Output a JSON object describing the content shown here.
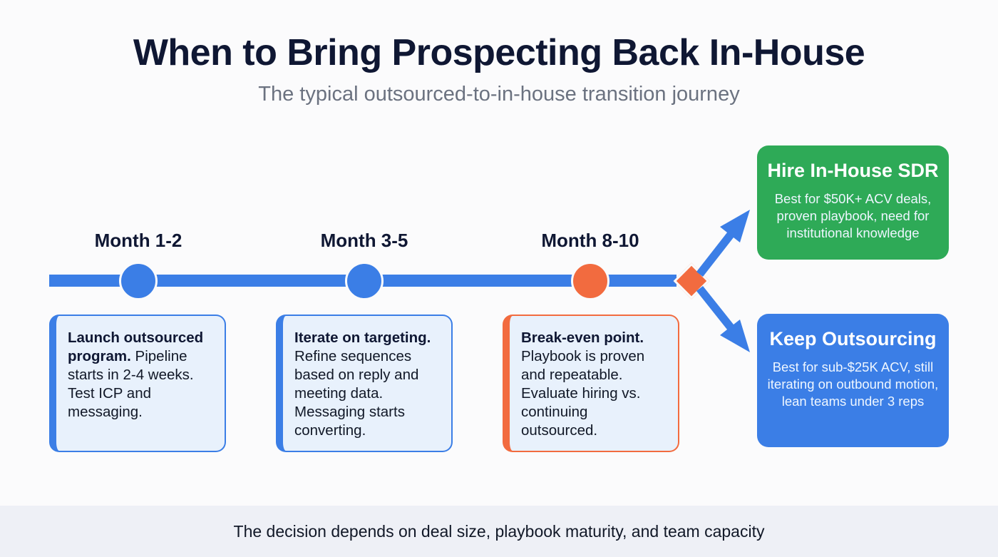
{
  "header": {
    "title": "When to Bring Prospecting Back In-House",
    "subtitle": "The typical outsourced-to-in-house transition journey"
  },
  "timeline": {
    "line_color": "#3b7ee6",
    "milestones": [
      {
        "label": "Month 1-2",
        "node_color": "#3b7ee6",
        "card_title": "Launch outsourced program.",
        "card_text": " Pipeline starts in 2-4 weeks. Test ICP and messaging."
      },
      {
        "label": "Month 3-5",
        "node_color": "#3b7ee6",
        "card_title": "Iterate on targeting.",
        "card_text": " Refine sequences based on reply and meeting data. Messaging starts converting."
      },
      {
        "label": "Month 8-10",
        "node_color": "#f26b3f",
        "card_title": "Break-even point.",
        "card_text": " Playbook is proven and repeatable. Evaluate hiring vs. continuing outsourced."
      }
    ],
    "decision_node": {
      "shape": "diamond",
      "color": "#f26b3f"
    }
  },
  "outcomes": [
    {
      "title": "Hire In-House SDR",
      "text": "Best for $50K+ ACV deals, proven playbook, need for institutional knowledge",
      "color": "#2eaa57"
    },
    {
      "title": "Keep Outsourcing",
      "text": "Best for sub-$25K ACV, still iterating on outbound motion, lean teams under 3 reps",
      "color": "#3b7ee6"
    }
  ],
  "footer": {
    "text": "The decision depends on deal size, playbook maturity, and team capacity"
  }
}
